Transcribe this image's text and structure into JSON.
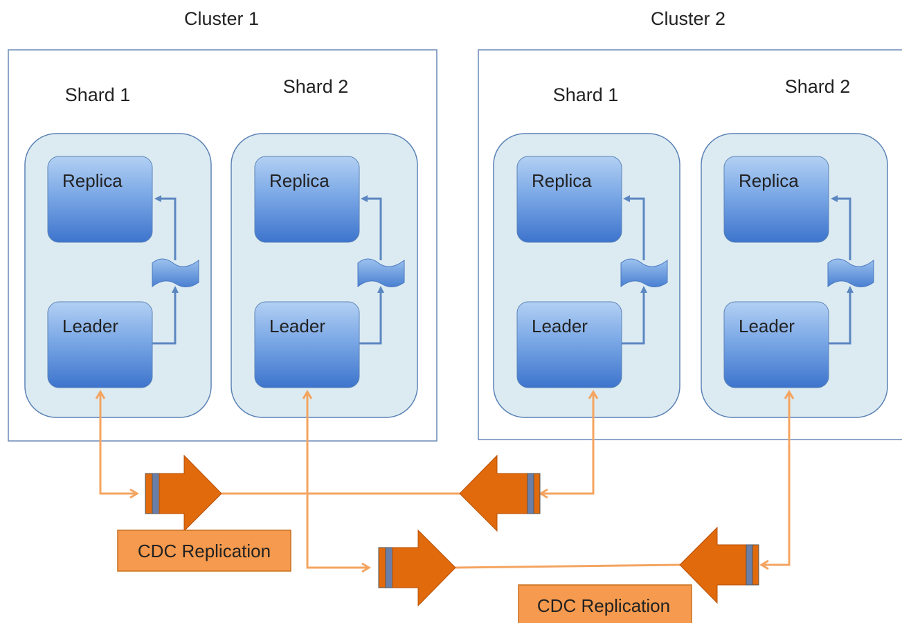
{
  "clusters": [
    {
      "title": "Cluster 1",
      "shards": [
        {
          "title": "Shard 1",
          "replica": "Replica",
          "leader": "Leader"
        },
        {
          "title": "Shard 2",
          "replica": "Replica",
          "leader": "Leader"
        }
      ]
    },
    {
      "title": "Cluster 2",
      "shards": [
        {
          "title": "Shard 1",
          "replica": "Replica",
          "leader": "Leader"
        },
        {
          "title": "Shard 2",
          "replica": "Replica",
          "leader": "Leader"
        }
      ]
    }
  ],
  "cdc_labels": [
    "CDC Replication",
    "CDC Replication"
  ],
  "colors": {
    "cluster_border": "#6a88b8",
    "shard_fill": "#dcebf2",
    "shard_border": "#5b82b5",
    "node_top": "#a9c9f0",
    "node_bottom": "#3f78cf",
    "flow_blue": "#5b86c0",
    "link_orange": "#f4a460",
    "cdc_arrow": "#e06a0c",
    "cdc_label_fill": "#f59a4e"
  }
}
